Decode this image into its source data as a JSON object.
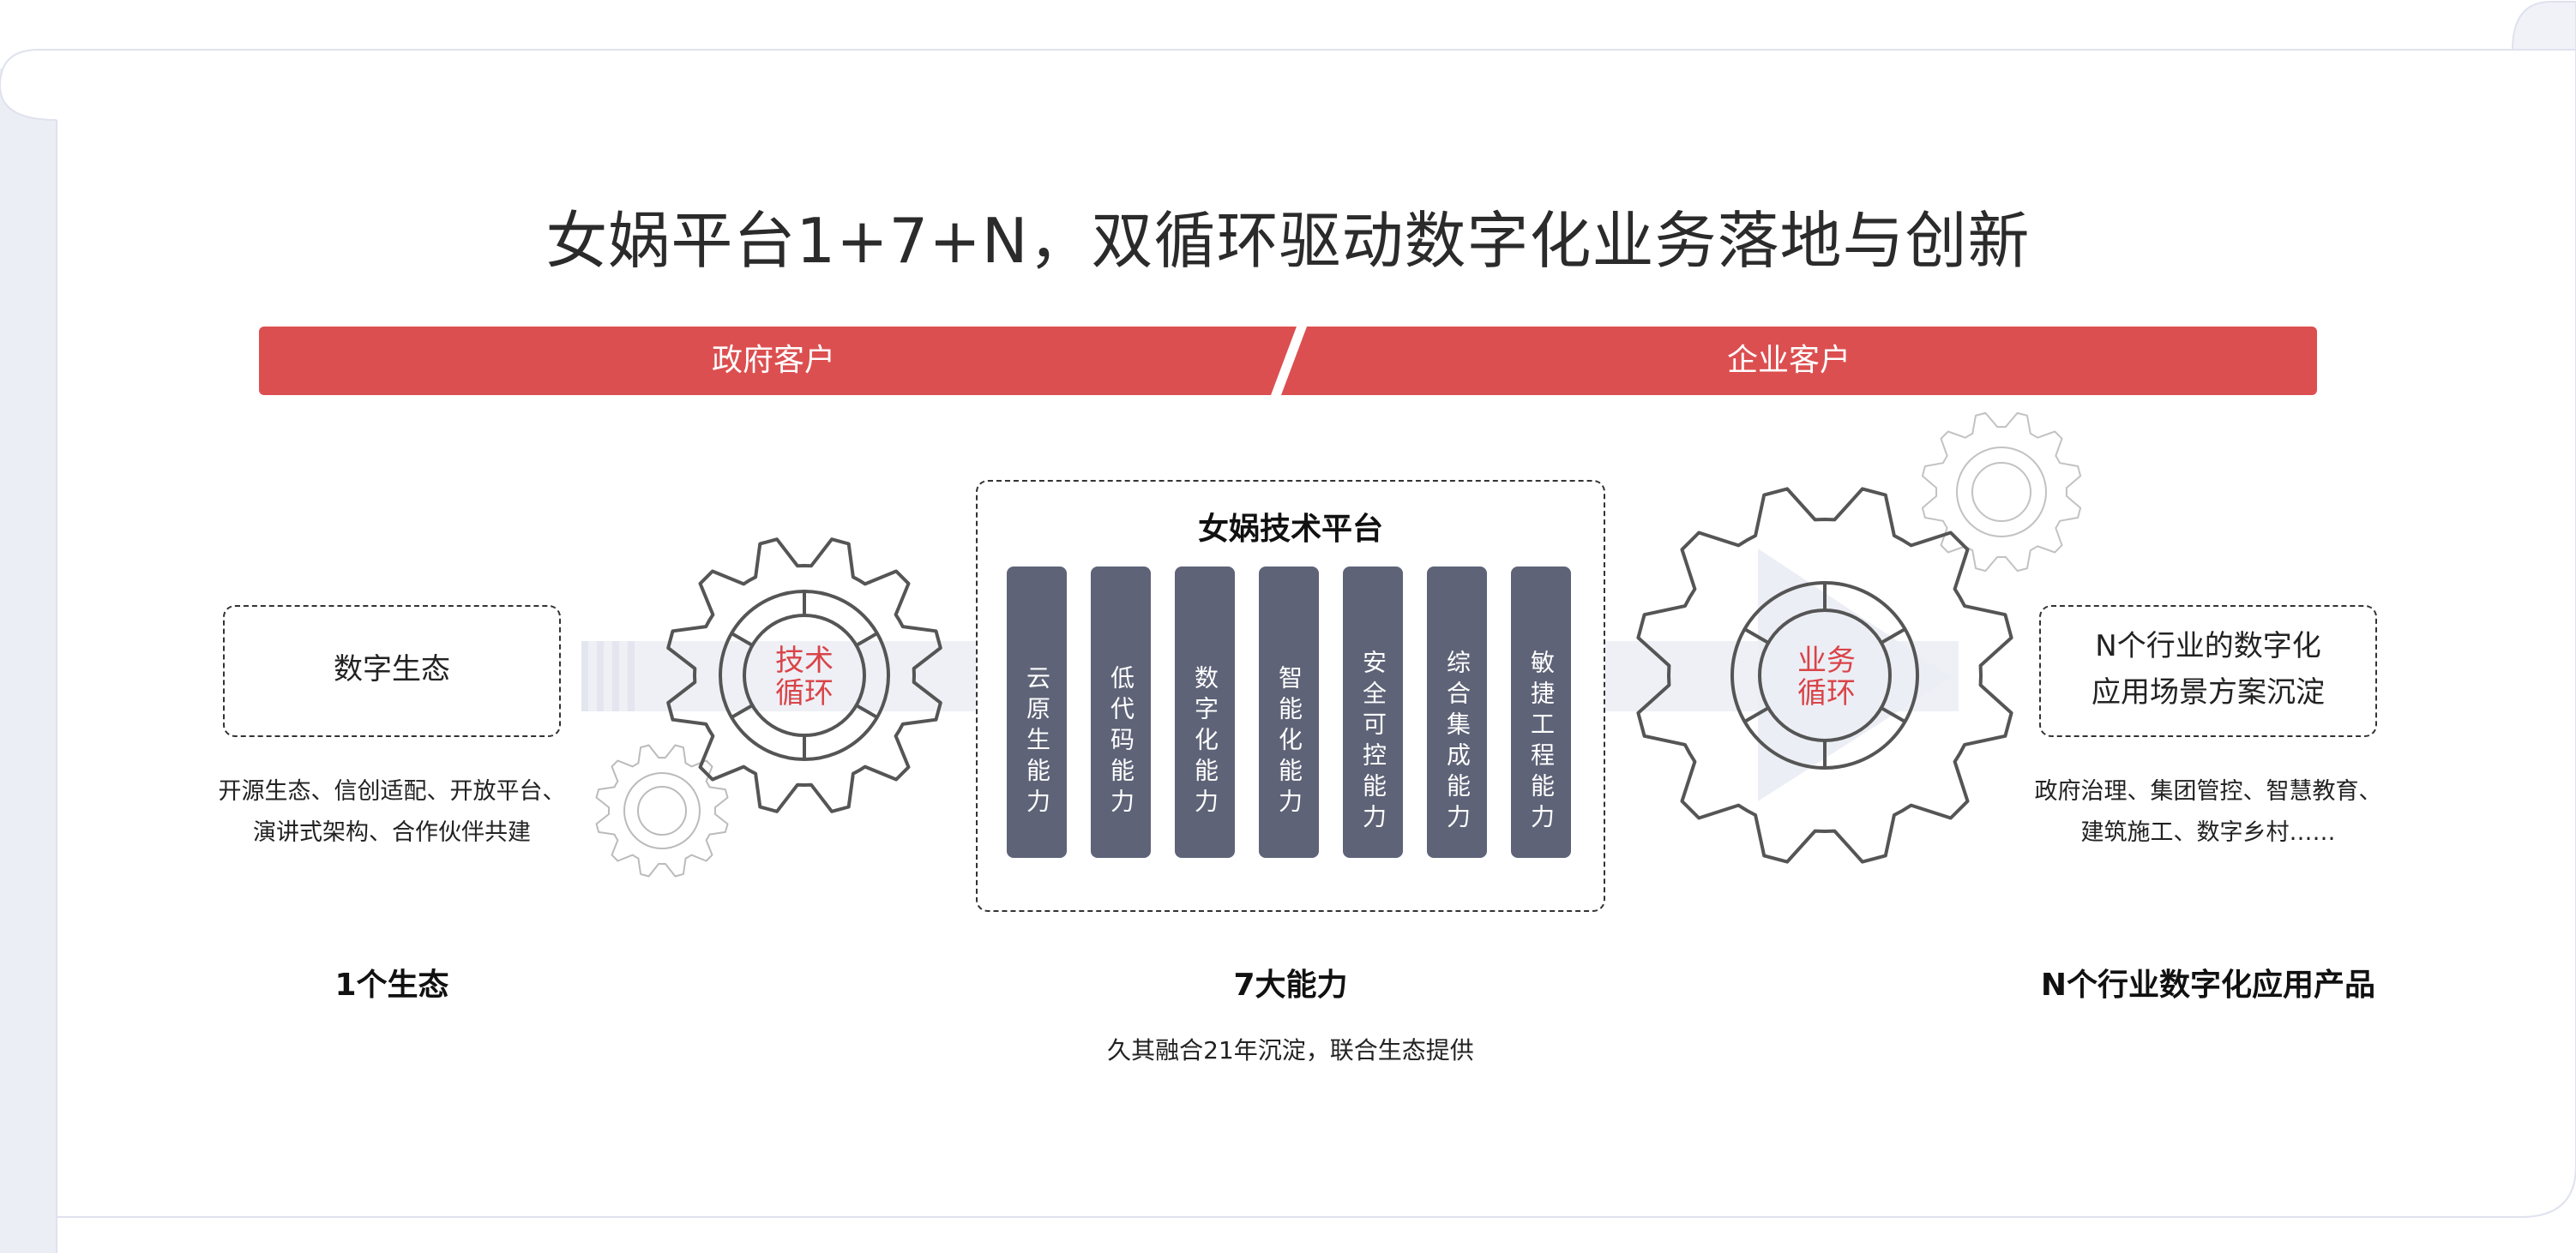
{
  "title": "女娲平台1+7+N，双循环驱动数字化业务落地与创新",
  "banner": {
    "left_label": "政府客户",
    "right_label": "企业客户",
    "color": "#dc4f50"
  },
  "left": {
    "box_text": "数字生态",
    "description_lines": [
      "开源生态、信创适配、开放平台、",
      "演讲式架构、合作伙伴共建"
    ],
    "bottom_label": "1个生态",
    "gear_label_lines": [
      "技术",
      "循环"
    ]
  },
  "center": {
    "platform_title": "女娲技术平台",
    "pillars": [
      "云原生能力",
      "低代码能力",
      "数字化能力",
      "智能化能力",
      "安全可控能力",
      "综合集成能力",
      "敏捷工程能力"
    ],
    "bottom_label": "7大能力",
    "footnote": "久其融合21年沉淀，联合生态提供",
    "pillar_color": "#5e6377"
  },
  "right": {
    "box_lines": [
      "N个行业的数字化",
      "应用场景方案沉淀"
    ],
    "description_lines": [
      "政府治理、集团管控、智慧教育、",
      "建筑施工、数字乡村……"
    ],
    "bottom_label": "N个行业数字化应用产品",
    "gear_label_lines": [
      "业务",
      "循环"
    ]
  },
  "colors": {
    "accent_red": "#d94448",
    "gear_stroke": "#555555",
    "flow_band": "#eef0f6",
    "frame": "#dfe2ee"
  }
}
